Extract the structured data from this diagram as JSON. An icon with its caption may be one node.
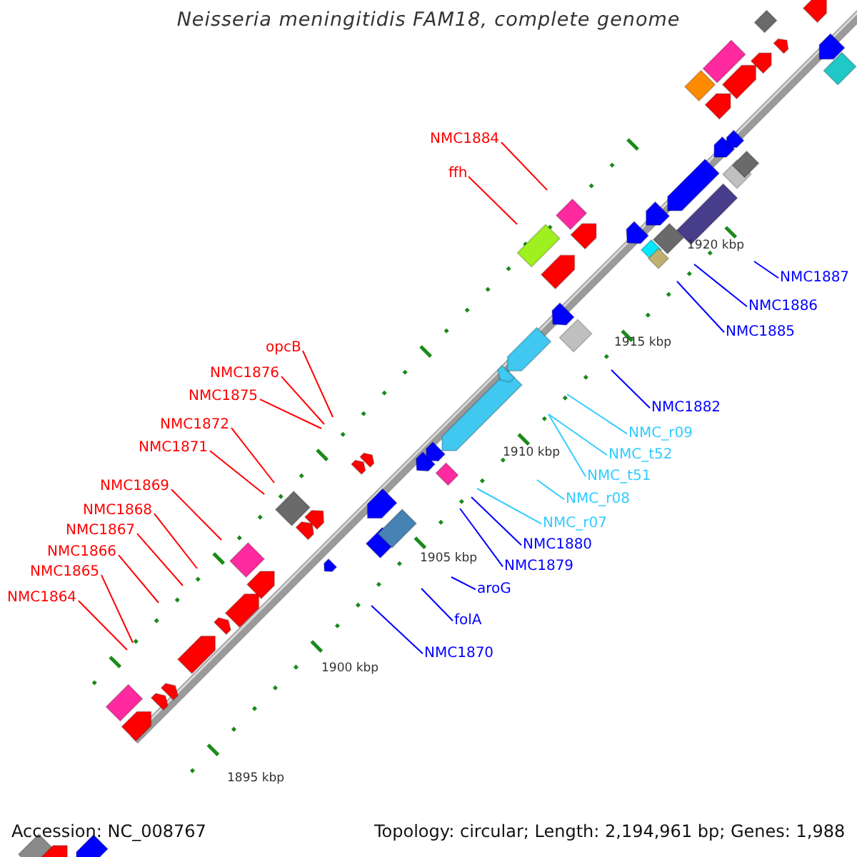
{
  "diagram": {
    "title": "Neisseria meningitidis FAM18, complete genome",
    "nodes": [
      {
        "text": [
          "opcB"
        ]
      },
      {
        "text": [
          "NMC1876"
        ]
      },
      {
        "text": [
          "NMC1875"
        ]
      },
      {
        "text": [
          "NMC1872"
        ]
      },
      {
        "text": [
          "NMC1871"
        ]
      },
      {
        "text": [
          "NMC1869"
        ]
      },
      {
        "text": [
          "NMC1868"
        ]
      },
      {
        "text": [
          "NMC1867"
        ]
      },
      {
        "text": [
          "NMC1866"
        ]
      },
      {
        "text": [
          "NMC1865"
        ]
      },
      {
        "text": [
          "NMC1864"
        ]
      },
      {
        "text": [
          "NMC1884"
        ]
      },
      {
        "text": [
          "ffh"
        ]
      },
      {
        "text": [
          "NMC1887"
        ]
      },
      {
        "text": [
          "NMC1886"
        ]
      },
      {
        "text": [
          "NMC1885"
        ]
      },
      {
        "text": [
          "NMC1882"
        ]
      },
      {
        "text": [
          "NMC_r09"
        ]
      },
      {
        "text": [
          "NMC_t52"
        ]
      },
      {
        "text": [
          "NMC_t51"
        ]
      },
      {
        "text": [
          "NMC_r08"
        ]
      },
      {
        "text": [
          "NMC_r07"
        ]
      },
      {
        "text": [
          "NMC1880"
        ]
      },
      {
        "text": [
          "NMC1879"
        ]
      },
      {
        "text": [
          "aroG"
        ]
      },
      {
        "text": [
          "folA"
        ]
      },
      {
        "text": [
          "NMC1870"
        ]
      }
    ],
    "edges": [
      {
        "from": 0,
        "to": null,
        "arrow": "none"
      },
      {
        "from": 1,
        "to": null,
        "arrow": "none"
      },
      {
        "from": 2,
        "to": null,
        "arrow": "none"
      },
      {
        "from": 3,
        "to": null,
        "arrow": "none"
      },
      {
        "from": 4,
        "to": null,
        "arrow": "none"
      },
      {
        "from": 5,
        "to": null,
        "arrow": "none"
      },
      {
        "from": 6,
        "to": null,
        "arrow": "none"
      },
      {
        "from": 7,
        "to": null,
        "arrow": "none"
      },
      {
        "from": 8,
        "to": null,
        "arrow": "none"
      },
      {
        "from": 9,
        "to": null,
        "arrow": "none"
      },
      {
        "from": 10,
        "to": null,
        "arrow": "none"
      },
      {
        "from": 11,
        "to": null,
        "arrow": "none"
      },
      {
        "from": 12,
        "to": null,
        "arrow": "none"
      },
      {
        "from": 13,
        "to": null,
        "arrow": "none",
        "color": "#0000ff"
      },
      {
        "from": 14,
        "to": null,
        "arrow": "none",
        "color": "#0000ff"
      },
      {
        "from": 15,
        "to": null,
        "arrow": "none",
        "color": "#0000ff"
      },
      {
        "from": 16,
        "to": null,
        "arrow": "none",
        "color": "#0000ff"
      },
      {
        "from": 17,
        "to": null,
        "arrow": "none",
        "color": "#33ccff"
      },
      {
        "from": 18,
        "to": null,
        "arrow": "none",
        "color": "#33ccff"
      },
      {
        "from": 19,
        "to": null,
        "arrow": "none",
        "color": "#33ccff"
      },
      {
        "from": 20,
        "to": null,
        "arrow": "none",
        "color": "#33ccff"
      },
      {
        "from": 21,
        "to": null,
        "arrow": "none",
        "color": "#33ccff"
      },
      {
        "from": 22,
        "to": null,
        "arrow": "none",
        "color": "#0000ff"
      },
      {
        "from": 23,
        "to": null,
        "arrow": "none",
        "color": "#0000ff"
      },
      {
        "from": 24,
        "to": null,
        "arrow": "none",
        "color": "#0000ff"
      },
      {
        "from": 25,
        "to": null,
        "arrow": "none",
        "color": "#0000ff"
      },
      {
        "from": 26,
        "to": null,
        "arrow": "none",
        "color": "#0000ff"
      }
    ],
    "labels": [
      "1920 kbp",
      "1915 kbp",
      "1910 kbp",
      "1905 kbp",
      "1900 kbp",
      "1895 kbp",
      "Accession: NC_008767",
      "Topology: circular; Length: 2,194,961 bp; Genes: 1,988"
    ]
  }
}
